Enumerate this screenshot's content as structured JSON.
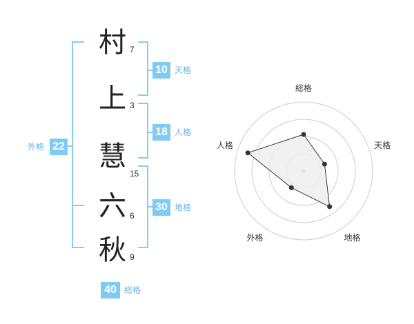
{
  "name": {
    "characters": [
      {
        "char": "村",
        "strokes": "7"
      },
      {
        "char": "上",
        "strokes": "3"
      },
      {
        "char": "慧",
        "strokes": "15"
      },
      {
        "char": "六",
        "strokes": "6"
      },
      {
        "char": "秋",
        "strokes": "9"
      }
    ]
  },
  "fortunes": {
    "tenkaku": {
      "value": "10",
      "label": "天格"
    },
    "jinkaku": {
      "value": "18",
      "label": "人格"
    },
    "chikaku": {
      "value": "30",
      "label": "地格"
    },
    "gaikaku": {
      "value": "22",
      "label": "外格"
    },
    "soukaku": {
      "value": "40",
      "label": "総格"
    }
  },
  "chart_data": {
    "type": "radar",
    "axes": [
      "総格",
      "天格",
      "地格",
      "外格",
      "人格"
    ],
    "values": [
      0.53,
      0.32,
      0.64,
      0.3,
      0.85
    ],
    "max": 1,
    "rings": 4
  },
  "colors": {
    "accent": "#7ecbf6",
    "bracket": "#88cbf0",
    "grid": "#cccccc",
    "polygon_fill": "#eeeeee",
    "point": "#333333"
  }
}
